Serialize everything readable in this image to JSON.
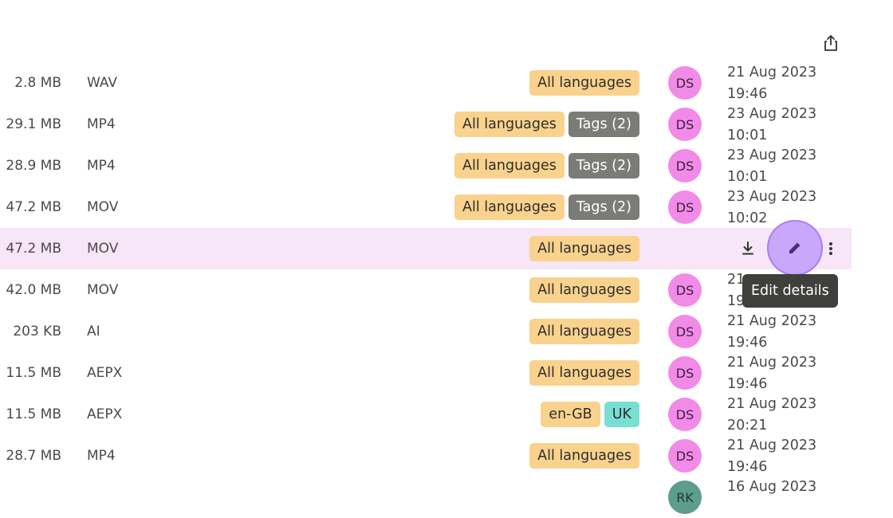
{
  "toolbar": {
    "share_icon": "share-icon"
  },
  "rows": [
    {
      "size": "2.8 MB",
      "type": "WAV",
      "languages": [
        "All languages"
      ],
      "extra_tag": "",
      "avatar": "DS",
      "date": "21 Aug 2023",
      "time": "19:46"
    },
    {
      "size": "29.1 MB",
      "type": "MP4",
      "languages": [
        "All languages"
      ],
      "extra_tag": "Tags (2)",
      "avatar": "DS",
      "date": "23 Aug 2023",
      "time": "10:01"
    },
    {
      "size": "28.9 MB",
      "type": "MP4",
      "languages": [
        "All languages"
      ],
      "extra_tag": "Tags (2)",
      "avatar": "DS",
      "date": "23 Aug 2023",
      "time": "10:01"
    },
    {
      "size": "47.2 MB",
      "type": "MOV",
      "languages": [
        "All languages"
      ],
      "extra_tag": "Tags (2)",
      "avatar": "DS",
      "date": "23 Aug 2023",
      "time": "10:02"
    },
    {
      "size": "47.2 MB",
      "type": "MOV",
      "languages": [
        "All languages"
      ],
      "extra_tag": "",
      "hovered": true
    },
    {
      "size": "42.0 MB",
      "type": "MOV",
      "languages": [
        "All languages"
      ],
      "extra_tag": "",
      "avatar": "DS",
      "date": "21",
      "time": "19"
    },
    {
      "size": "203 KB",
      "type": "AI",
      "languages": [
        "All languages"
      ],
      "extra_tag": "",
      "avatar": "DS",
      "date": "21 Aug 2023",
      "time": "19:46"
    },
    {
      "size": "11.5 MB",
      "type": "AEPX",
      "languages": [
        "All languages"
      ],
      "extra_tag": "",
      "avatar": "DS",
      "date": "21 Aug 2023",
      "time": "19:46"
    },
    {
      "size": "11.5 MB",
      "type": "AEPX",
      "languages": [
        "en-GB"
      ],
      "extra_tag": "UK",
      "avatar": "DS",
      "date": "21 Aug 2023",
      "time": "20:21"
    },
    {
      "size": "28.7 MB",
      "type": "MP4",
      "languages": [
        "All languages"
      ],
      "extra_tag": "",
      "avatar": "DS",
      "date": "21 Aug 2023",
      "time": "19:46"
    },
    {
      "size": "",
      "type": "",
      "languages": [],
      "extra_tag": "",
      "avatar": "RK",
      "avatar_color": "teal",
      "date": "16 Aug 2023",
      "time": ""
    }
  ],
  "hover_actions": {
    "download_icon": "download-icon",
    "edit_icon": "pencil-icon",
    "more_icon": "more-vertical-icon"
  },
  "tooltip": {
    "text": "Edit details"
  }
}
